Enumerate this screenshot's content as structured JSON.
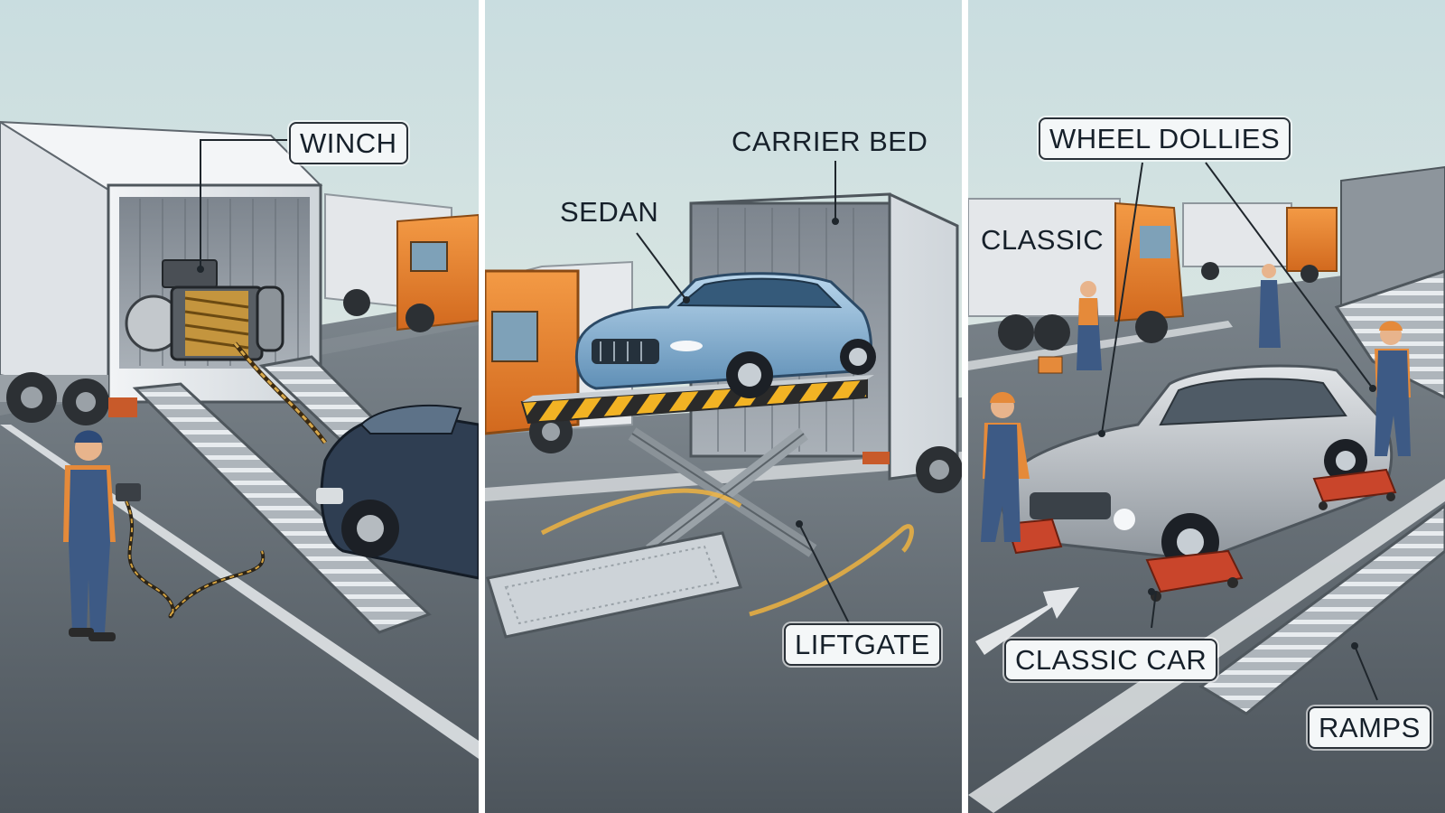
{
  "panels": [
    {
      "id": "winch",
      "labels": [
        "WINCH"
      ]
    },
    {
      "id": "liftgate",
      "labels": [
        "CARRIER BED",
        "SEDAN",
        "LIFTGATE"
      ]
    },
    {
      "id": "dollies",
      "labels": [
        "WHEEL DOLLIES",
        "CLASSIC",
        "CLASSIC CAR",
        "RAMPS"
      ]
    }
  ],
  "labels": {
    "winch": "WINCH",
    "carrier_bed": "CARRIER BED",
    "sedan": "SEDAN",
    "liftgate": "LIFTGATE",
    "wheel_dollies": "WHEEL DOLLIES",
    "classic": "CLASSIC",
    "classic_car": "CLASSIC CAR",
    "ramps": "RAMPS"
  },
  "colors": {
    "sky_top": "#c9dde0",
    "sky_bottom": "#eef1e6",
    "pavement": "#5c646b",
    "truck_cab": "#e8842e",
    "trailer": "#e6e9ec",
    "sedan": "#8fb7d6",
    "classic_car": "#b8bec4",
    "old_car": "#2f3e52",
    "hazard_yellow": "#f2b324",
    "worker_shirt": "#e58a3a",
    "worker_pants": "#3d5a85",
    "dolly_red": "#c9452b",
    "glow": "#f6b73c"
  }
}
